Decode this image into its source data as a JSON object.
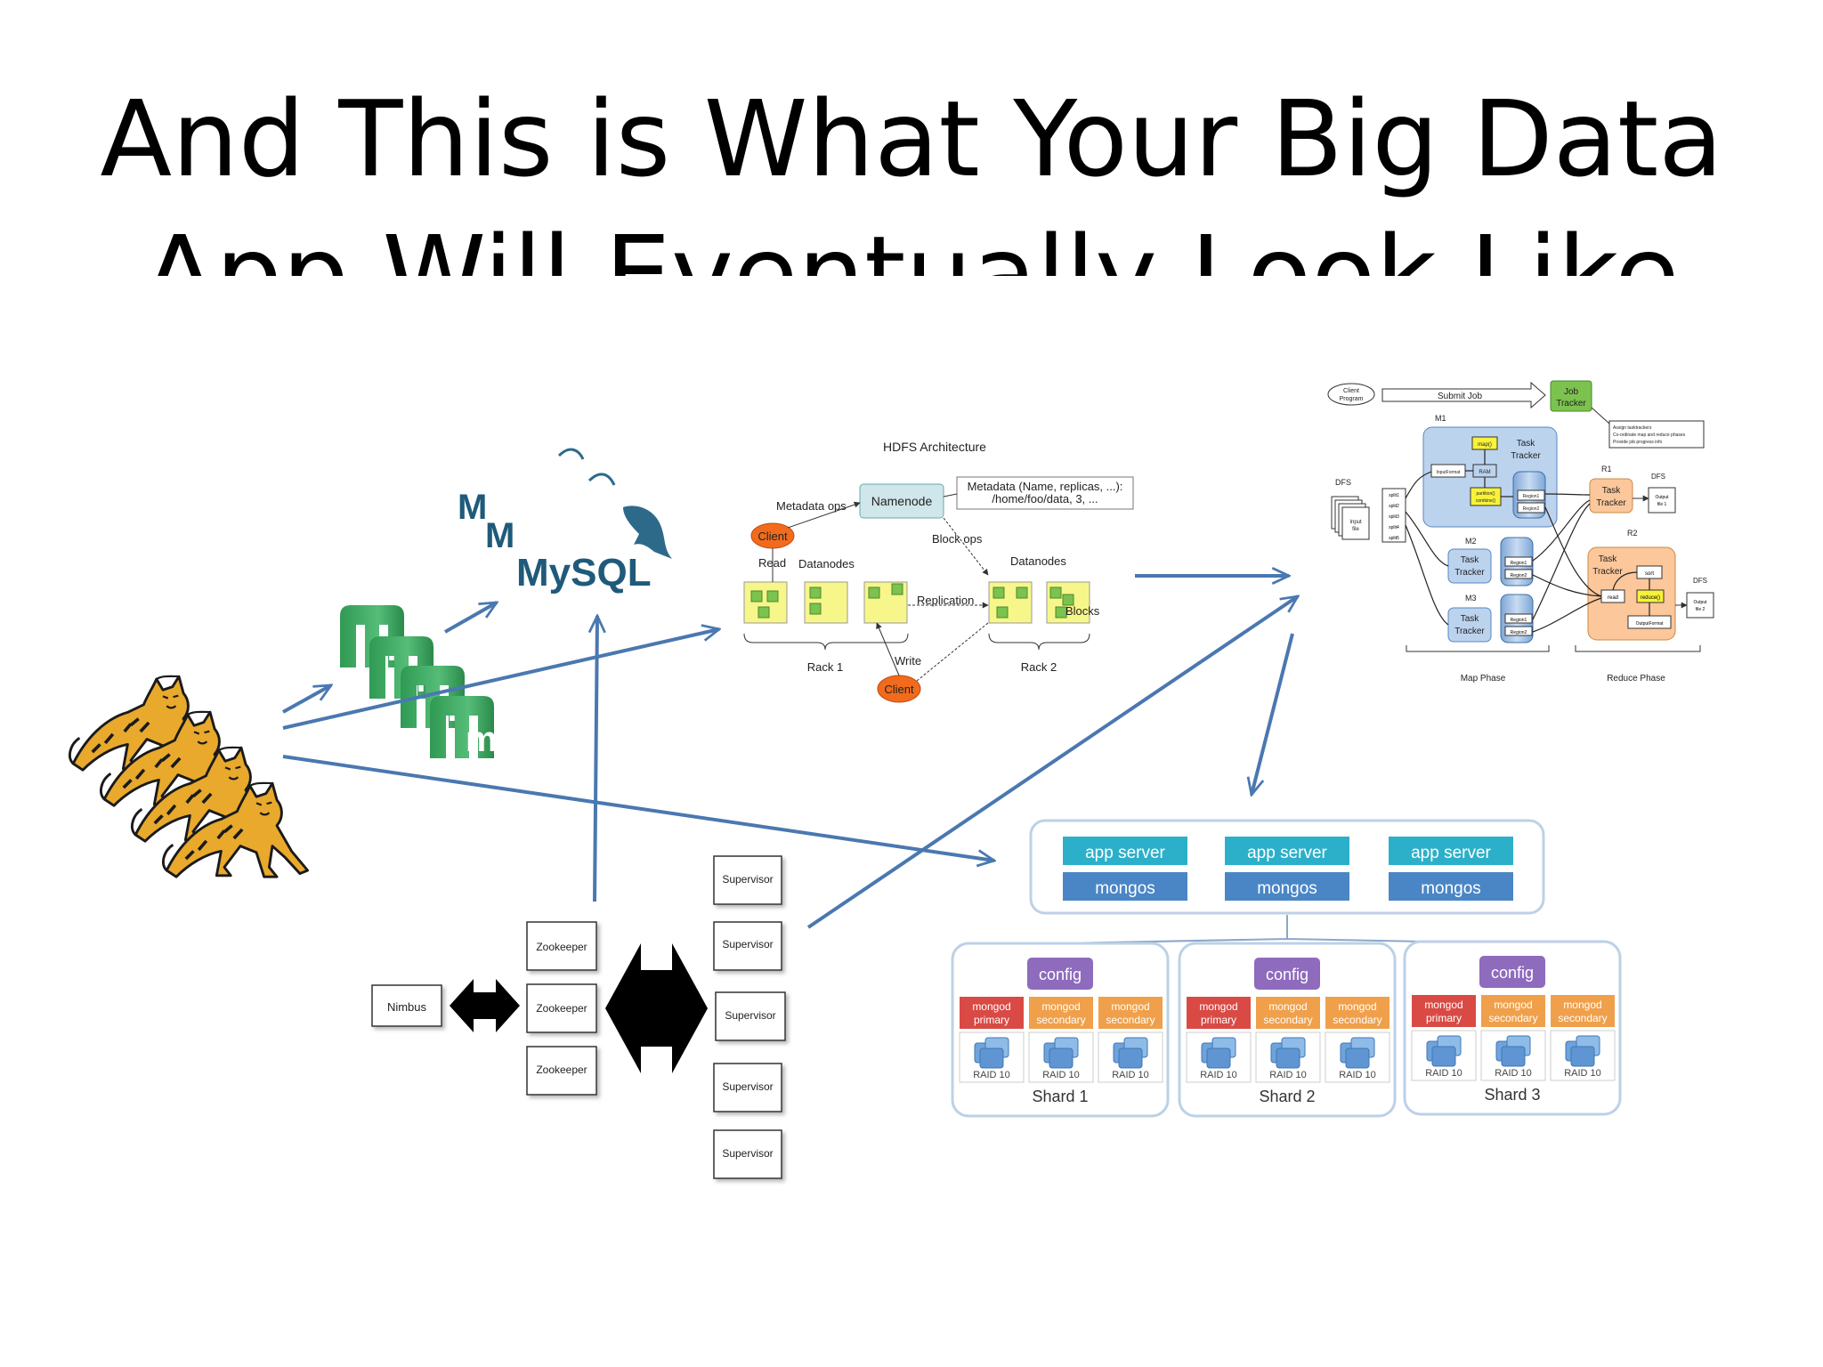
{
  "slide": {
    "title_line1": "And This is What Your Big Data",
    "title_line2": "App Will Eventually Look Like"
  },
  "mysql": {
    "logo_text": "MySQL"
  },
  "hdfs": {
    "title": "HDFS Architecture",
    "namenode": "Namenode",
    "metadata_line1": "Metadata (Name, replicas, ...):",
    "metadata_line2": "/home/foo/data, 3, ...",
    "metadata_ops": "Metadata ops",
    "client": "Client",
    "read": "Read",
    "datanodes": "Datanodes",
    "block_ops": "Block ops",
    "replication": "Replication",
    "blocks": "Blocks",
    "write": "Write",
    "rack1": "Rack 1",
    "rack2": "Rack 2"
  },
  "mapreduce": {
    "client_program": [
      "Client",
      "Program"
    ],
    "submit_job": "Submit Job",
    "job_tracker": [
      "Job",
      "Tracker"
    ],
    "assign_notes": [
      "Assign tasktrackers",
      "Co-ordinate map and reduce phases",
      "Provide job progress info"
    ],
    "m1": "M1",
    "m2": "M2",
    "m3": "M3",
    "r1": "R1",
    "r2": "R2",
    "task_tracker": [
      "Task",
      "Tracker"
    ],
    "dfs": "DFS",
    "input_file": [
      "Input",
      "file"
    ],
    "splits": [
      "split1",
      "split2",
      "split3",
      "split4",
      "split5"
    ],
    "inputformat": "InputFormat",
    "map": "map()",
    "ram": "RAM",
    "partition": [
      "partition()",
      "combine()"
    ],
    "region1": "Region1",
    "region2": "Region2",
    "sort": "sort",
    "read": "read",
    "reduce": "reduce()",
    "outputformat": "OutputFormat",
    "output_file1": [
      "Output",
      "file 1"
    ],
    "output_file2": [
      "Output",
      "file 2"
    ],
    "map_phase": "Map Phase",
    "reduce_phase": "Reduce Phase"
  },
  "mongodb": {
    "app_server": "app server",
    "mongos": "mongos",
    "config": "config",
    "primary": [
      "mongod",
      "primary"
    ],
    "secondary": [
      "mongod",
      "secondary"
    ],
    "raid": "RAID 10",
    "shards": [
      "Shard 1",
      "Shard 2",
      "Shard 3"
    ]
  },
  "storm": {
    "nimbus": "Nimbus",
    "zookeeper": "Zookeeper",
    "supervisor": "Supervisor"
  },
  "colors": {
    "arrow": "#4a78b0",
    "app_server": "#2cb0c9",
    "mongos": "#4a86c5",
    "config": "#8e6bbd",
    "primary": "#d94a45",
    "secondary": "#f0a04a",
    "client": "#f26b1d",
    "namenode": "#cfe6ea",
    "datanode_block": "#f7f68a",
    "job_tracker": "#7cc24f",
    "map_box": "#bcd3ee",
    "reduce_box": "#fbc79b"
  }
}
